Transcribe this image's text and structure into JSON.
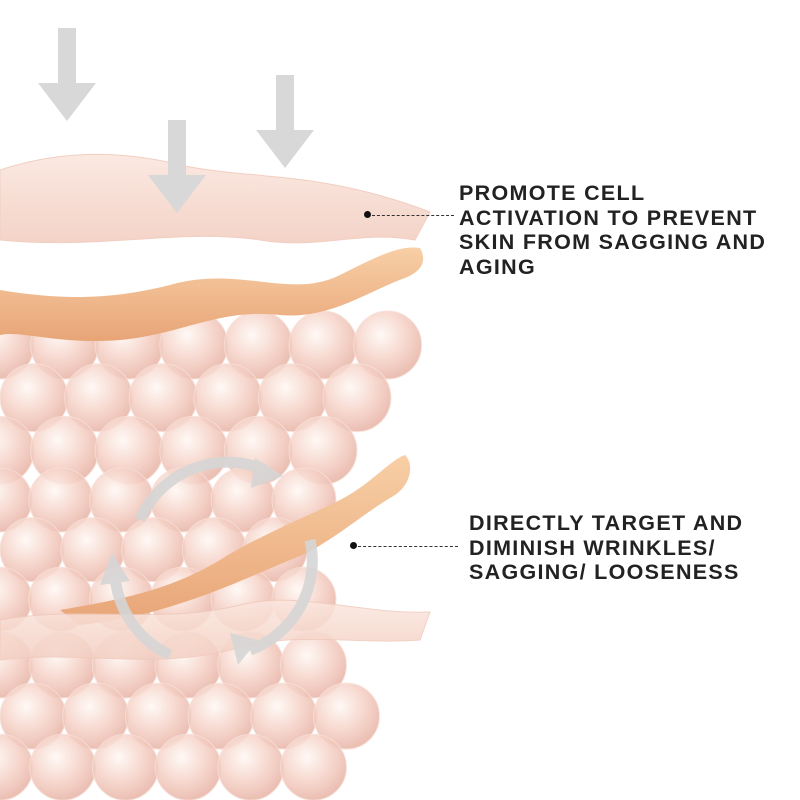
{
  "callouts": [
    {
      "lines": [
        "PROMOTE CELL",
        "ACTIVATION TO PREVENT",
        "SKIN FROM SAGGING AND",
        "AGING"
      ]
    },
    {
      "lines": [
        "DIRECTLY TARGET AND",
        "DIMINISH WRINKLES/",
        "SAGGING/ LOOSENESS"
      ]
    }
  ],
  "colors": {
    "text": "#222222",
    "band": "#f0b98a",
    "layer": "#f8ddd2",
    "bubble": "#f3c9bd",
    "arrow": "#d6d6d6"
  }
}
